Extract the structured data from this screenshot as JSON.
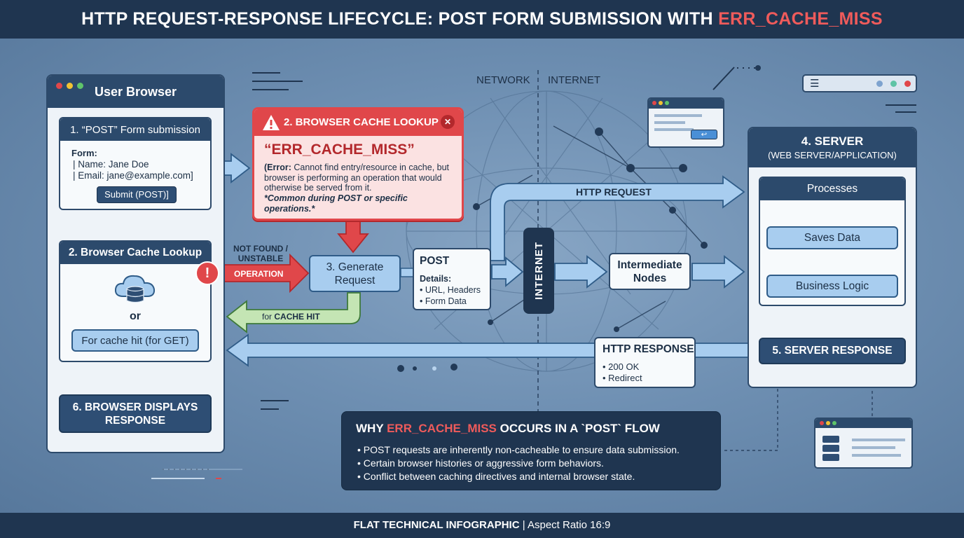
{
  "title": {
    "prefix": "HTTP REQUEST-RESPONSE LIFECYCLE: POST FORM SUBMISSION WITH ",
    "highlight": "ERR_CACHE_MISS"
  },
  "browser_panel": {
    "header": "User Browser",
    "step1": {
      "title": "1. “POST” Form submission",
      "form_label": "Form:",
      "name_line": "| Name: Jane Doe",
      "email_line": "| Email: jane@example.com]",
      "submit_label": "Submit (POST)]"
    },
    "step2": {
      "title": "2. Browser Cache Lookup",
      "or_label": "or",
      "cache_hit_label": "For cache hit (for GET)"
    },
    "step6": {
      "title": "6. BROWSER DISPLAYS RESPONSE"
    }
  },
  "error_popup": {
    "header": "2. BROWSER CACHE LOOKUP",
    "code": "“ERR_CACHE_MISS”",
    "error_prefix": "(Error:",
    "desc": " Cannot find entry/resource in cache, but browser is performing an operation that would otherwise be served from it.",
    "note": "*Common during POST or specific operations.*"
  },
  "flow": {
    "not_found_label": "NOT FOUND / UNSTABLE",
    "operation_label": "OPERATION",
    "generate_request": "3. Generate Request",
    "cache_hit_return_prefix": "for",
    "cache_hit_return_bold": "CACHE HIT",
    "post_box": {
      "title": "POST",
      "details_label": "Details:",
      "items": [
        "• URL, Headers",
        "• Form Data"
      ]
    },
    "http_request_label": "HTTP REQUEST",
    "internet_vertical_label": "INTERNET",
    "intermediate_nodes": "Intermediate Nodes",
    "http_response": {
      "title": "HTTP RESPONSE",
      "items": [
        "• 200 OK",
        "• Redirect"
      ]
    }
  },
  "network_labels": {
    "network": "NETWORK",
    "internet": "INTERNET"
  },
  "server_panel": {
    "title": "4. SERVER",
    "subtitle": "(WEB SERVER/APPLICATION)",
    "processes_label": "Processes",
    "saves_data": "Saves Data",
    "business_logic": "Business Logic",
    "server_response": "5. SERVER RESPONSE"
  },
  "why_box": {
    "title_prefix": "WHY ",
    "title_highlight": "ERR_CACHE_MISS",
    "title_suffix": " OCCURS IN A `POST` FLOW",
    "bullets": [
      "•  POST requests are inherently non-cacheable to ensure data submission.",
      "•  Certain browser histories or aggressive form behaviors.",
      "•  Conflict between caching directives and internal browser state."
    ]
  },
  "footer": {
    "bold": "FLAT TECHNICAL INFOGRAPHIC",
    "rest": " | Aspect Ratio 16:9"
  },
  "colors": {
    "navy": "#1f3550",
    "error_red": "#e0474a",
    "request_blue": "#a8cdef",
    "cache_green": "#c4e5b4",
    "background": "#6e8fb2"
  },
  "icons": [
    "warning-icon",
    "close-icon",
    "database-cloud-icon",
    "alert-circle-icon",
    "menu-icon",
    "arrow-icon"
  ]
}
